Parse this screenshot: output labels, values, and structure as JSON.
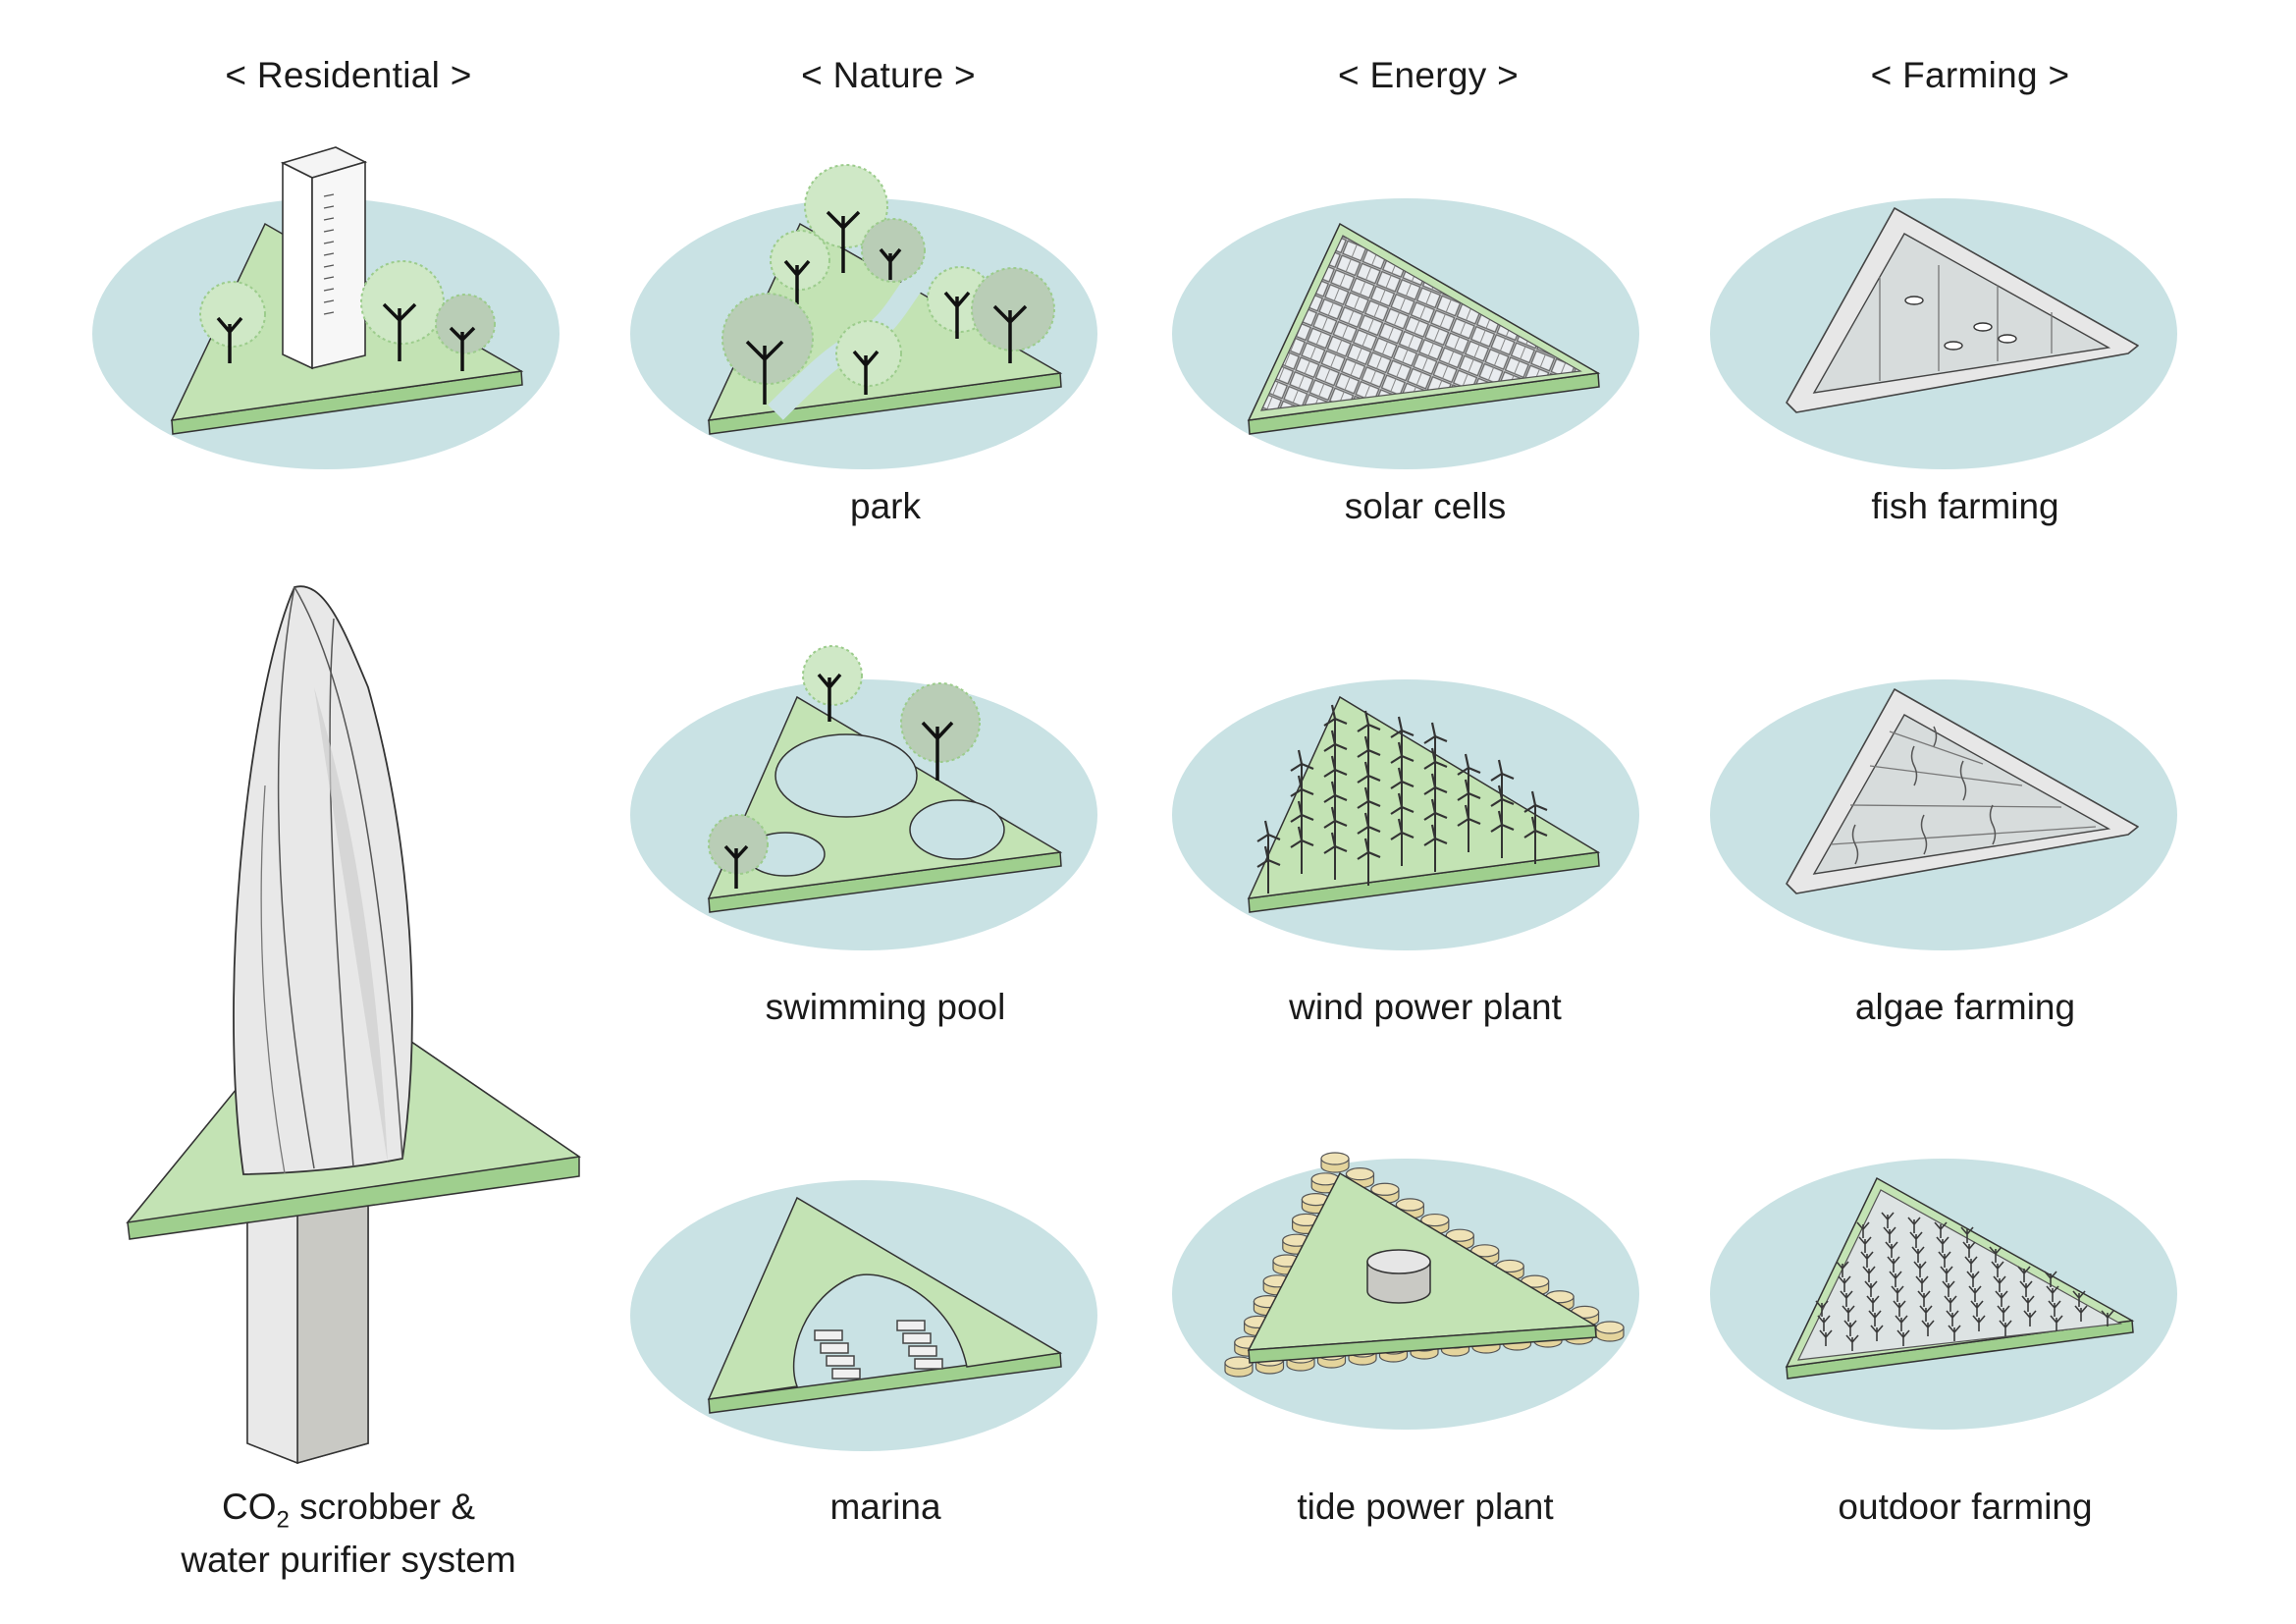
{
  "categories": {
    "residential": "< Residential >",
    "nature": "< Nature >",
    "energy": "< Energy >",
    "farming": "< Farming >"
  },
  "captions": {
    "co2_line1_pre": "CO",
    "co2_line1_sub": "2",
    "co2_line1_post": " scrobber &",
    "co2_line2": "water purifier system",
    "park": "park",
    "swimming_pool": "swimming pool",
    "marina": "marina",
    "solar_cells": "solar cells",
    "wind_power_plant": "wind power plant",
    "tide_power_plant": "tide power plant",
    "fish_farming": "fish farming",
    "algae_farming": "algae farming",
    "outdoor_farming": "outdoor farming"
  },
  "colors": {
    "water": "#c9e2e4",
    "island": "#c3e3b4",
    "island_edge": "#9fcf8e",
    "tree_canopy": "#cfe8c6",
    "tree_dark": "#b9cdb6",
    "tower": "#e6e6e6",
    "tide_buoy": "#efe2b6",
    "farm_frame": "#e7e7e7"
  }
}
